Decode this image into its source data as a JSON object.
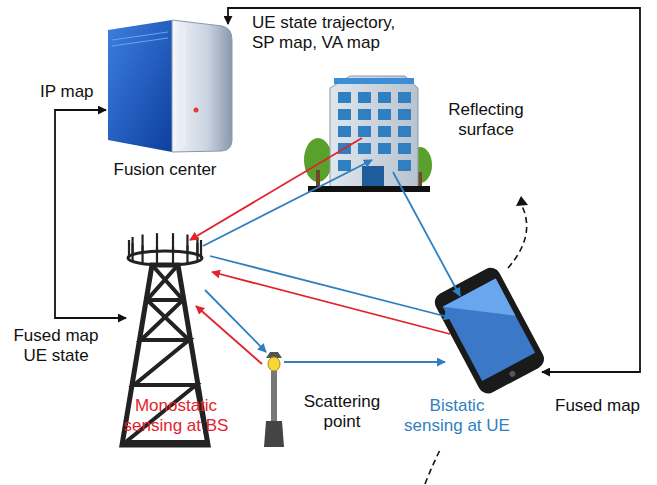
{
  "diagram": {
    "nodes": [
      {
        "text": [
          "Fusion center"
        ]
      },
      {
        "text": [
          "Reflecting surface"
        ]
      },
      {
        "text": [
          "Monostatic sensing at BS"
        ]
      },
      {
        "text": [
          "Scattering point"
        ]
      },
      {
        "text": [
          "Bistatic sensing at UE"
        ]
      }
    ],
    "edges": [
      {
        "from": 0,
        "to": 4,
        "arrow": "both"
      },
      {
        "from": 0,
        "to": 2,
        "arrow": "both"
      },
      {
        "from": 1,
        "to": 2,
        "arrow": "to"
      },
      {
        "from": 2,
        "to": 1,
        "arrow": "to"
      },
      {
        "from": 1,
        "to": 4,
        "arrow": "to"
      },
      {
        "from": 2,
        "to": 4,
        "arrow": "to"
      },
      {
        "from": 4,
        "to": 2,
        "arrow": "to"
      },
      {
        "from": 2,
        "to": 3,
        "arrow": "to"
      },
      {
        "from": 3,
        "to": 2,
        "arrow": "to"
      },
      {
        "from": 3,
        "to": 4,
        "arrow": "to"
      }
    ],
    "labels": [
      "UE state trajectory, SP map, VA map",
      "IP map",
      "Fused map UE state",
      "Fused map"
    ]
  }
}
